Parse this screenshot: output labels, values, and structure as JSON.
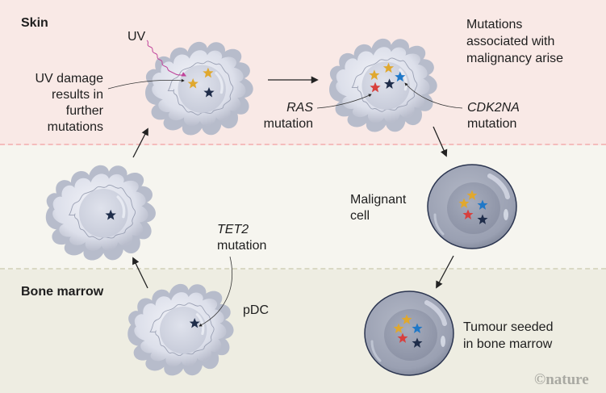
{
  "regions": {
    "skin": "Skin",
    "bone_marrow": "Bone marrow"
  },
  "labels": {
    "uv": "UV",
    "uv_damage": [
      "UV damage",
      "results in",
      "further",
      "mutations"
    ],
    "mutations_malignancy": [
      "Mutations",
      "associated with",
      "malignancy arise"
    ],
    "ras_gene": "RAS",
    "ras_suffix": "mutation",
    "cdk_gene": "CDK2NA",
    "cdk_suffix": "mutation",
    "tet2_gene": "TET2",
    "tet2_suffix": "mutation",
    "pdc": "pDC",
    "malignant_cell": [
      "Malignant",
      "cell"
    ],
    "tumour_seeded": [
      "Tumour seeded",
      "in bone marrow"
    ]
  },
  "credit": "©nature",
  "colors": {
    "skin_band": "#f9e9e6",
    "middle_band": "#f6f5ef",
    "bone_marrow_band": "#eeede2",
    "star_tet2": "#1f2d4a",
    "star_uv": "#e0a82e",
    "star_ras": "#d8403d",
    "star_cdk": "#1f78c8",
    "uv_ray": "#c0439a"
  }
}
